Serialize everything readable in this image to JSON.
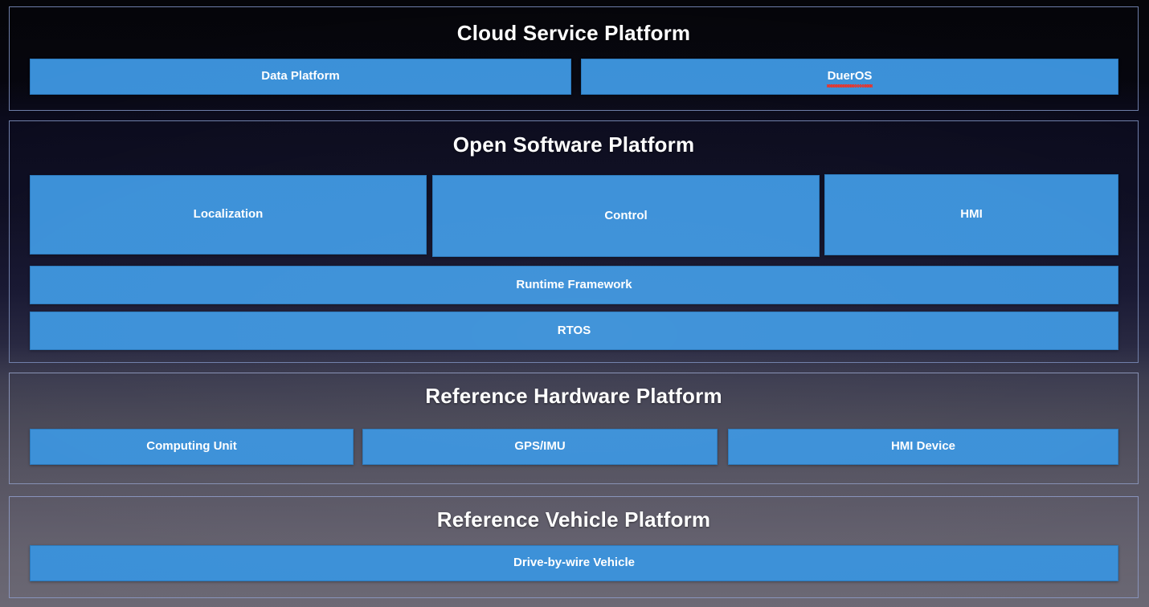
{
  "diagram": {
    "sections": [
      {
        "id": "cloud-service-platform",
        "title": "Cloud Service Platform",
        "boxes": [
          {
            "id": "data-platform",
            "label": "Data Platform",
            "misspelled": false
          },
          {
            "id": "dueros",
            "label": "DuerOS",
            "misspelled": true
          }
        ]
      },
      {
        "id": "open-software-platform",
        "title": "Open Software Platform",
        "boxes": [
          {
            "id": "localization",
            "label": "Localization",
            "misspelled": false
          },
          {
            "id": "control",
            "label": "Control",
            "misspelled": false
          },
          {
            "id": "hmi",
            "label": "HMI",
            "misspelled": false
          },
          {
            "id": "runtime-framework",
            "label": "Runtime Framework",
            "misspelled": false
          },
          {
            "id": "rtos",
            "label": "RTOS",
            "misspelled": false
          }
        ]
      },
      {
        "id": "reference-hardware-platform",
        "title": "Reference Hardware Platform",
        "boxes": [
          {
            "id": "computing-unit",
            "label": "Computing Unit",
            "misspelled": false
          },
          {
            "id": "gps-imu",
            "label": "GPS/IMU",
            "misspelled": false
          },
          {
            "id": "hmi-device",
            "label": "HMI Device",
            "misspelled": false
          }
        ]
      },
      {
        "id": "reference-vehicle-platform",
        "title": "Reference Vehicle Platform",
        "boxes": [
          {
            "id": "drive-by-wire-vehicle",
            "label": "Drive-by-wire Vehicle",
            "misspelled": false
          }
        ]
      }
    ],
    "colors": {
      "box_fill": "#3b90d8",
      "box_border": "#2a79bd",
      "panel_border": "#7c8bb5",
      "text": "#ffffff",
      "spellcheck_underline": "#e8342b"
    }
  }
}
